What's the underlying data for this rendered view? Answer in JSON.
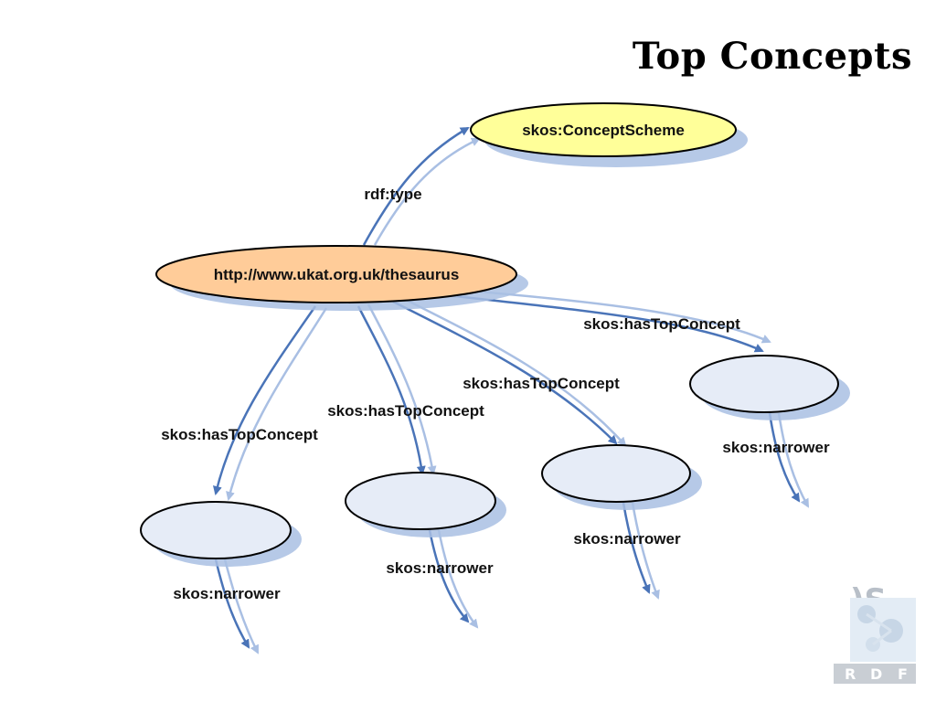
{
  "slide": {
    "title": "Top Concepts"
  },
  "nodes": {
    "scheme": {
      "label": "skos:ConceptScheme",
      "color": "#ffff99"
    },
    "thesaurus": {
      "label": "http://www.ukat.org.uk/thesaurus",
      "color": "#ffcc99"
    },
    "concept_color": "#e6ecf7"
  },
  "edges": {
    "type_label": "rdf:type",
    "top_concept_labels": [
      "skos:hasTopConcept",
      "skos:hasTopConcept",
      "skos:hasTopConcept",
      "skos:hasTopConcept"
    ],
    "narrower_labels": [
      "skos:narrower",
      "skos:narrower",
      "skos:narrower",
      "skos:narrower"
    ],
    "arrow_color": "#4a74b8",
    "arrow_light_color": "#a9bfe3"
  },
  "logo": {
    "letters": [
      "R",
      "D",
      "F"
    ]
  }
}
